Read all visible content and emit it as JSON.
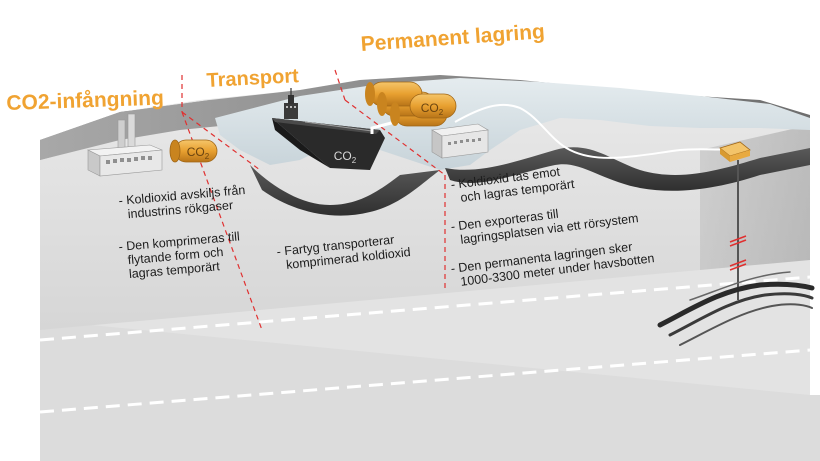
{
  "stages": [
    {
      "title": "CO2-infångning"
    },
    {
      "title": "Transport"
    },
    {
      "title": "Permanent lagring"
    }
  ],
  "notes": {
    "capture": [
      [
        "- Koldioxid avskiljs från",
        "industrins rökgaser"
      ],
      [
        "- Den komprimeras till",
        "flytande form och",
        "lagras temporärt"
      ]
    ],
    "transport": [
      [
        "- Fartyg transporterar",
        "komprimerad koldioxid"
      ]
    ],
    "storage": [
      [
        "- Koldioxid tas emot",
        "och lagras temporärt"
      ],
      [
        "- Den exporteras till",
        "lagringsplatsen via ett rörsystem"
      ],
      [
        "- Den permanenta lagringen sker",
        "1000-3300 meter under havsbotten"
      ]
    ]
  },
  "labels": {
    "co2_base": "CO",
    "co2_sub": "2"
  },
  "colors": {
    "title_orange": "#f0a332",
    "divider_red": "#e03030",
    "tank_orange": "#e8a030",
    "sea": "#d9e1e5",
    "seabed_dark": "#3e3e3e",
    "block_top": "#9e9e9e",
    "block_front": "#e4e4e4"
  }
}
